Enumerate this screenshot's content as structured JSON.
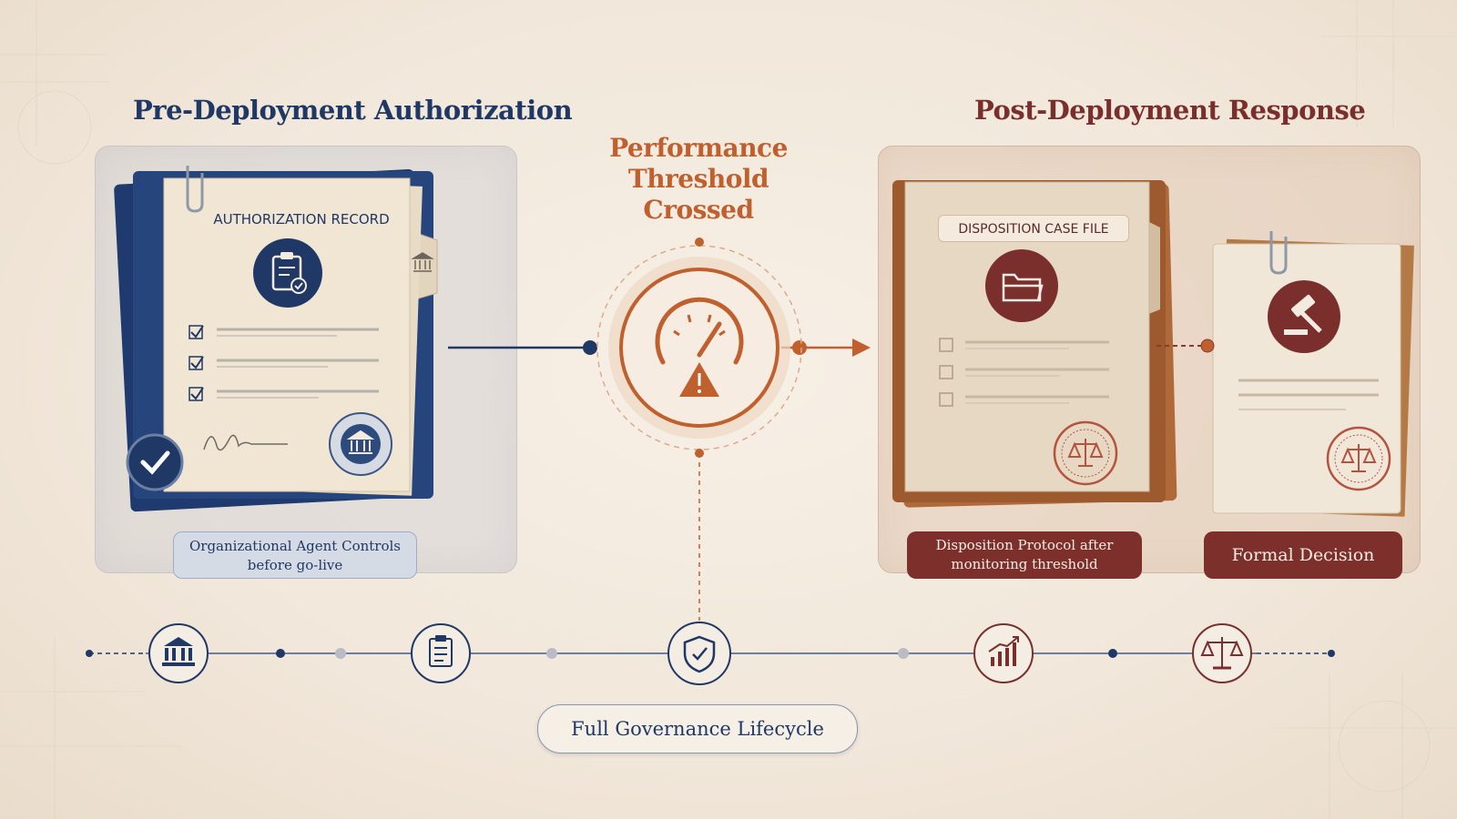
{
  "headings": {
    "pre_deployment": "Pre-Deployment Authorization",
    "threshold": "Performance Threshold Crossed",
    "post_deployment": "Post-Deployment Response"
  },
  "authorization_record": {
    "title": "AUTHORIZATION RECORD",
    "checklist_items": 3,
    "caption": "Organizational Agent Controls before go-live",
    "icons": [
      "clipboard-check-icon",
      "bank-icon",
      "signature",
      "seal-icon",
      "check-badge-icon"
    ]
  },
  "disposition": {
    "title": "DISPOSITION CASE FILE",
    "caption": "Disposition Protocol after monitoring threshold",
    "icons": [
      "folder-icon",
      "scales-seal-icon"
    ]
  },
  "formal_decision": {
    "label": "Formal Decision",
    "icons": [
      "gavel-icon",
      "scales-seal-icon"
    ]
  },
  "timeline": {
    "label": "Full Governance Lifecycle",
    "icons": [
      "bank-icon",
      "clipboard-icon",
      "shield-check-icon",
      "bar-chart-icon",
      "scales-icon"
    ]
  },
  "colors": {
    "navy": "#1f3865",
    "orange": "#c0602e",
    "maroon": "#7a2f2c",
    "paper": "#f3ebe0"
  }
}
